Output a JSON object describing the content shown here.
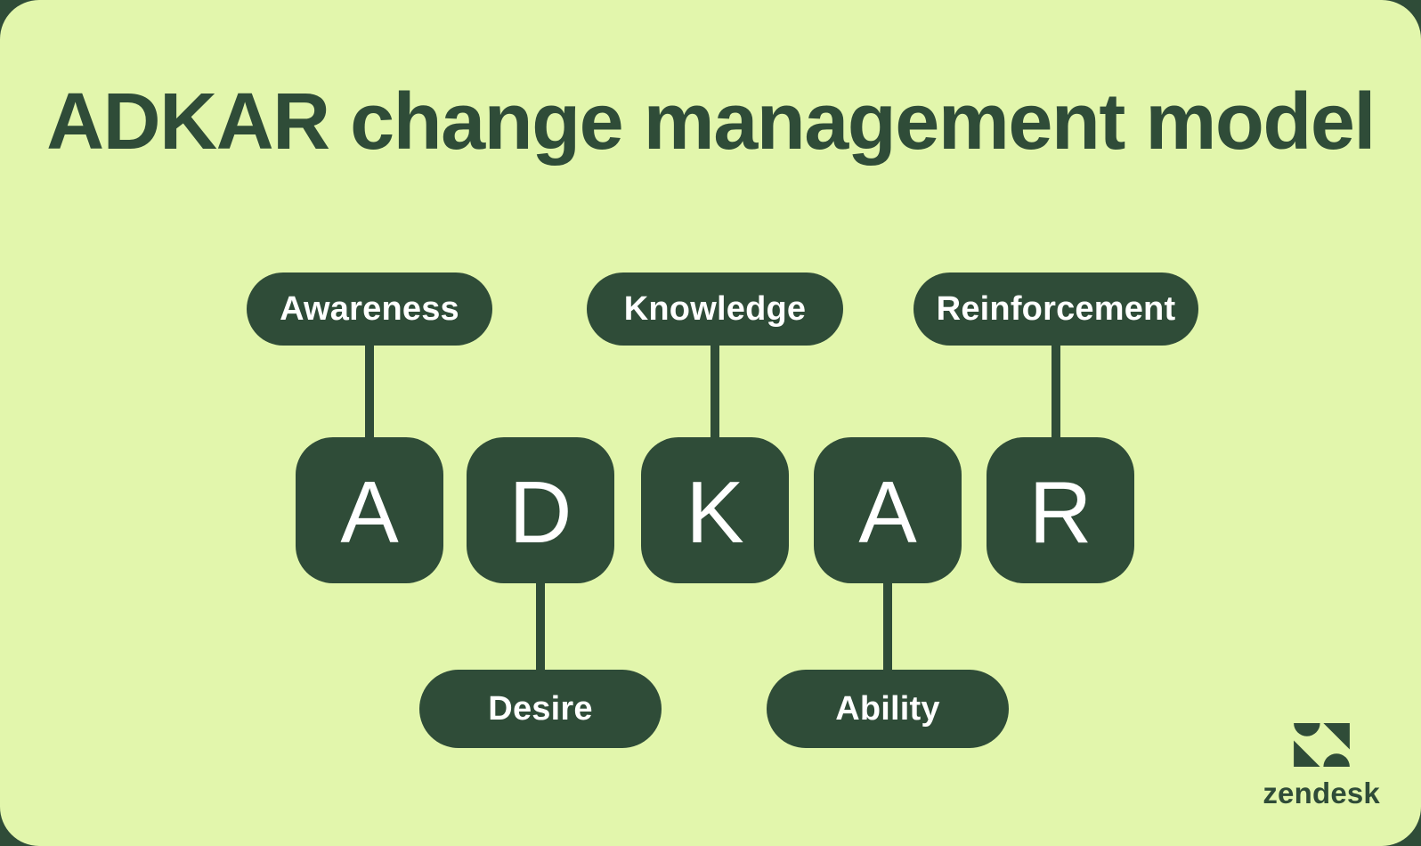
{
  "title": "ADKAR change management model",
  "colors": {
    "dark": "#2f4c38",
    "card": "#e2f6ac",
    "white": "#ffffff"
  },
  "model": {
    "columns": [
      {
        "letter": "A",
        "label": "Awareness",
        "label_position": "top"
      },
      {
        "letter": "D",
        "label": "Desire",
        "label_position": "bottom"
      },
      {
        "letter": "K",
        "label": "Knowledge",
        "label_position": "top"
      },
      {
        "letter": "A",
        "label": "Ability",
        "label_position": "bottom"
      },
      {
        "letter": "R",
        "label": "Reinforcement",
        "label_position": "top"
      }
    ]
  },
  "branding": {
    "logo_text": "zendesk"
  }
}
